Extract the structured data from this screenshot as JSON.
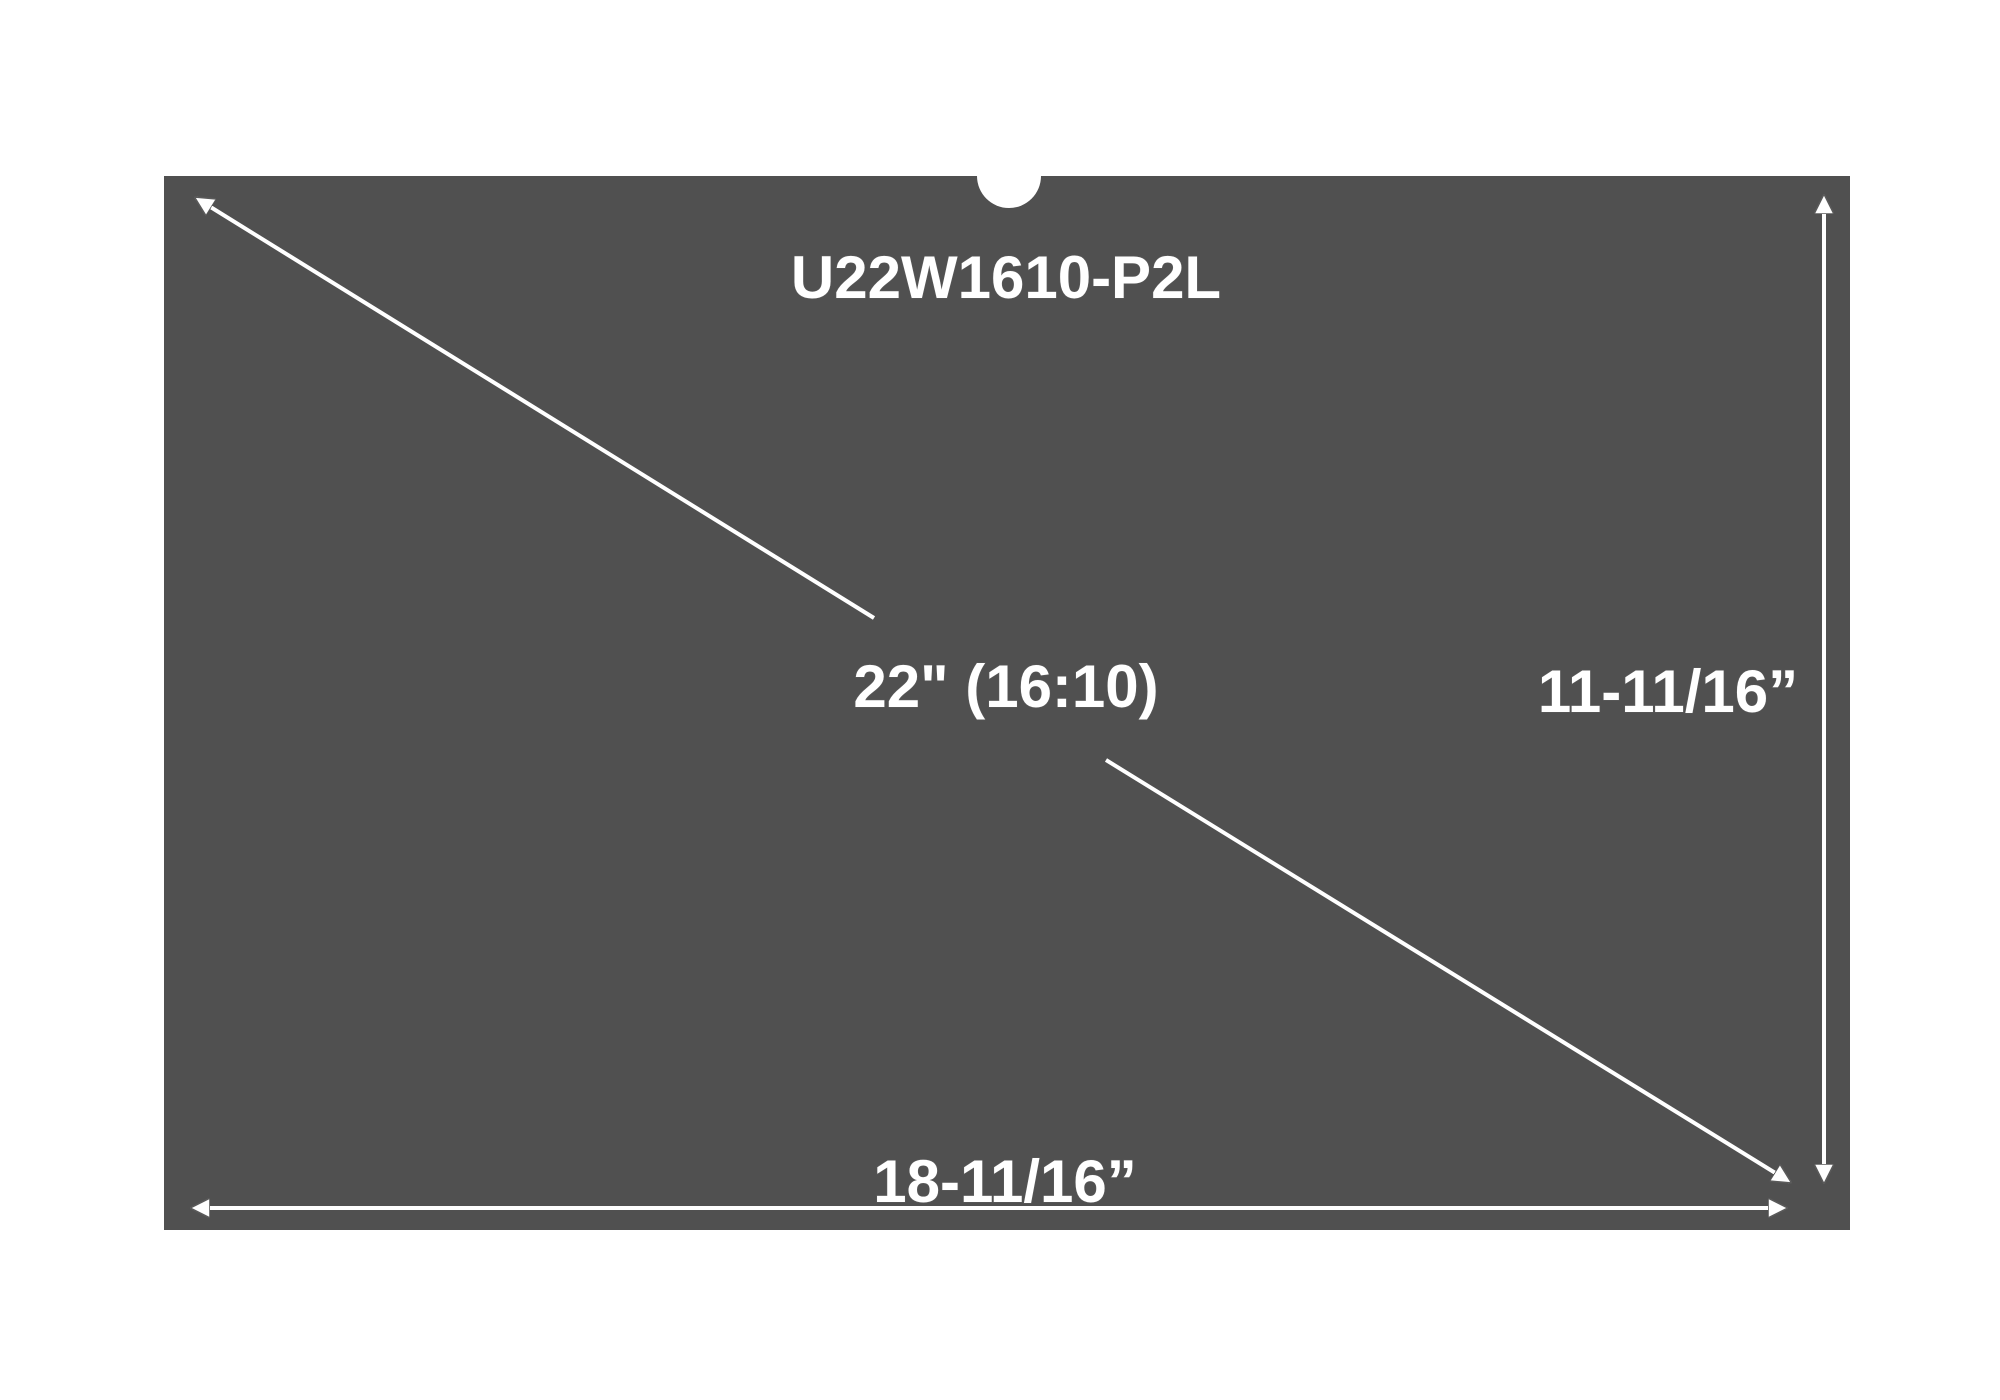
{
  "product": {
    "model": "U22W1610-P2L",
    "diagonal": "22\" (16:10)",
    "width": "18-11/16”",
    "height": "11-11/16”"
  },
  "colors": {
    "panel": "#505050",
    "line": "#ffffff",
    "background": "#ffffff"
  }
}
